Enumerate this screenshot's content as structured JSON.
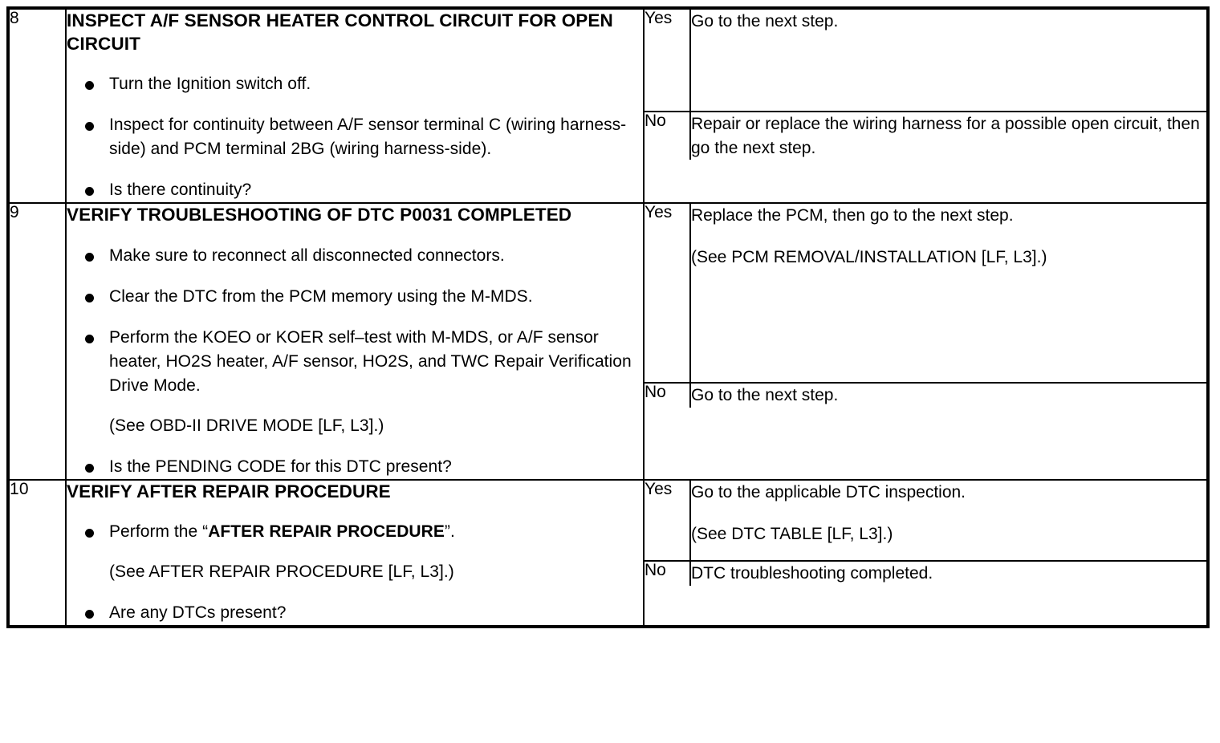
{
  "document": {
    "type": "diagnostic-troubleshooting-table",
    "columns": [
      "step",
      "inspection",
      "result",
      "action"
    ]
  },
  "rows": [
    {
      "step": "8",
      "title": "INSPECT A/F SENSOR HEATER CONTROL CIRCUIT FOR OPEN CIRCUIT",
      "bullets": [
        {
          "text": "Turn the Ignition switch off.",
          "bullet": true
        },
        {
          "text": "Inspect for continuity between A/F sensor terminal C (wiring harness-side) and PCM terminal 2BG (wiring harness-side).",
          "bullet": true
        },
        {
          "text": "Is there continuity?",
          "bullet": true
        }
      ],
      "answers": [
        {
          "key": "Yes",
          "lines": [
            "Go to the next step."
          ]
        },
        {
          "key": "No",
          "lines": [
            "Repair or replace the wiring harness for a possible open circuit, then go the next step."
          ]
        }
      ]
    },
    {
      "step": "9",
      "title": "VERIFY TROUBLESHOOTING OF DTC P0031 COMPLETED",
      "bullets": [
        {
          "text": "Make sure to reconnect all disconnected connectors.",
          "bullet": true
        },
        {
          "text": "Clear the DTC from the PCM memory using the M-MDS.",
          "bullet": true
        },
        {
          "text": "Perform the KOEO or KOER self–test with M-MDS, or A/F sensor heater, HO2S heater, A/F sensor, HO2S, and TWC Repair Verification Drive Mode.",
          "bullet": true
        },
        {
          "text": "(See OBD-II DRIVE MODE [LF, L3].)",
          "bullet": false
        },
        {
          "text": "Is the PENDING CODE for this DTC present?",
          "bullet": true
        }
      ],
      "answers": [
        {
          "key": "Yes",
          "lines": [
            "Replace the PCM, then go to the next step.",
            "(See PCM REMOVAL/INSTALLATION [LF, L3].)"
          ]
        },
        {
          "key": "No",
          "lines": [
            "Go to the next step."
          ]
        }
      ]
    },
    {
      "step": "10",
      "title": "VERIFY AFTER REPAIR PROCEDURE",
      "bullets": [
        {
          "text": "Perform the “AFTER REPAIR PROCEDURE”.",
          "bullet": true,
          "bold_part": "AFTER REPAIR PROCEDURE"
        },
        {
          "text": "(See AFTER REPAIR PROCEDURE [LF, L3].)",
          "bullet": false
        },
        {
          "text": "Are any DTCs present?",
          "bullet": true
        }
      ],
      "answers": [
        {
          "key": "Yes",
          "lines": [
            "Go to the applicable DTC inspection.",
            "(See DTC TABLE [LF, L3].)"
          ]
        },
        {
          "key": "No",
          "lines": [
            "DTC troubleshooting completed."
          ]
        }
      ]
    }
  ]
}
